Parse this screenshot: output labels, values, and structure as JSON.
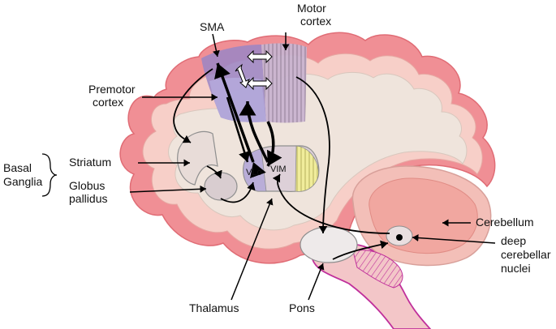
{
  "labels": {
    "sma": "SMA",
    "motor_cortex_line1": "Motor",
    "motor_cortex_line2": "cortex",
    "premotor_line1": "Premotor",
    "premotor_line2": "cortex",
    "basal_line1": "Basal",
    "basal_line2": "Ganglia",
    "striatum": "Striatum",
    "globus_line1": "Globus",
    "globus_line2": "pallidus",
    "vlo": "VLo",
    "vim": "VIM",
    "cerebellum": "Cerebellum",
    "nuclei_line1": "deep",
    "nuclei_line2": "cerebellar",
    "nuclei_line3": "nuclei",
    "thalamus": "Thalamus",
    "pons": "Pons"
  },
  "colors": {
    "cortex_outer": "#f08f95",
    "cortex_inner": "#f7cfc8",
    "white_matter": "#efe4dc",
    "sma_region": "#9a86c6",
    "motor_region": "#c8b2ce",
    "cerebellum_pink": "#f1a7a0",
    "brainstem": "#f3c6c8",
    "brainstem_edge": "#c02f9b",
    "vim_yellow": "#f0ec9b",
    "outline": "#8f8f8f"
  }
}
